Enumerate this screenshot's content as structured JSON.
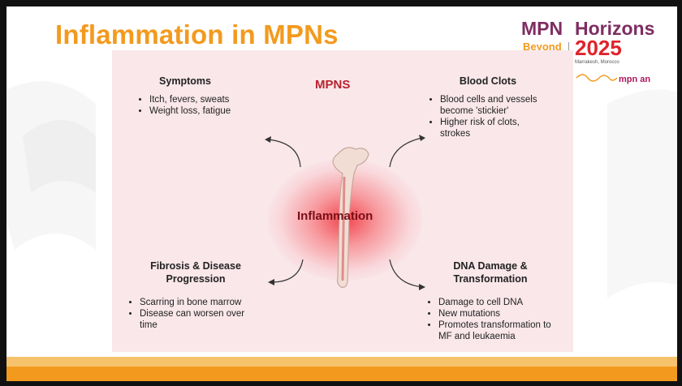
{
  "slide": {
    "title": "Inflammation in MPNs"
  },
  "brand": {
    "mpn": "MPN",
    "horizons": "Horizons",
    "beyond": "Beyond",
    "year": "2025",
    "city": "Marrakesh, Morocco",
    "partner_logo": "mpn an"
  },
  "diagram": {
    "center_label": "Inflammation",
    "top_label": "MPNS",
    "symptoms": {
      "heading": "Symptoms",
      "items": [
        "Itch, fevers, sweats",
        "Weight loss, fatigue"
      ]
    },
    "blood_clots": {
      "heading": "Blood Clots",
      "items": [
        "Blood cells and vessels become 'stickier'",
        "Higher risk of clots, strokes"
      ]
    },
    "fibrosis": {
      "heading_line1": "Fibrosis & Disease",
      "heading_line2": "Progression",
      "items": [
        "Scarring in bone marrow",
        "Disease can worsen over time"
      ]
    },
    "dna": {
      "heading_line1": "DNA Damage &",
      "heading_line2": "Transformation",
      "items": [
        "Damage to cell DNA",
        "New mutations",
        "Promotes transformation to MF and leukaemia"
      ]
    }
  },
  "colors": {
    "title_orange": "#f39a1e",
    "brand_purple": "#7e2d62",
    "brand_red": "#e0232b",
    "panel_pink": "#f9e7ea",
    "mpns_red": "#b7232f"
  },
  "icons": [
    "bone-icon",
    "curved-arrow-icon"
  ]
}
